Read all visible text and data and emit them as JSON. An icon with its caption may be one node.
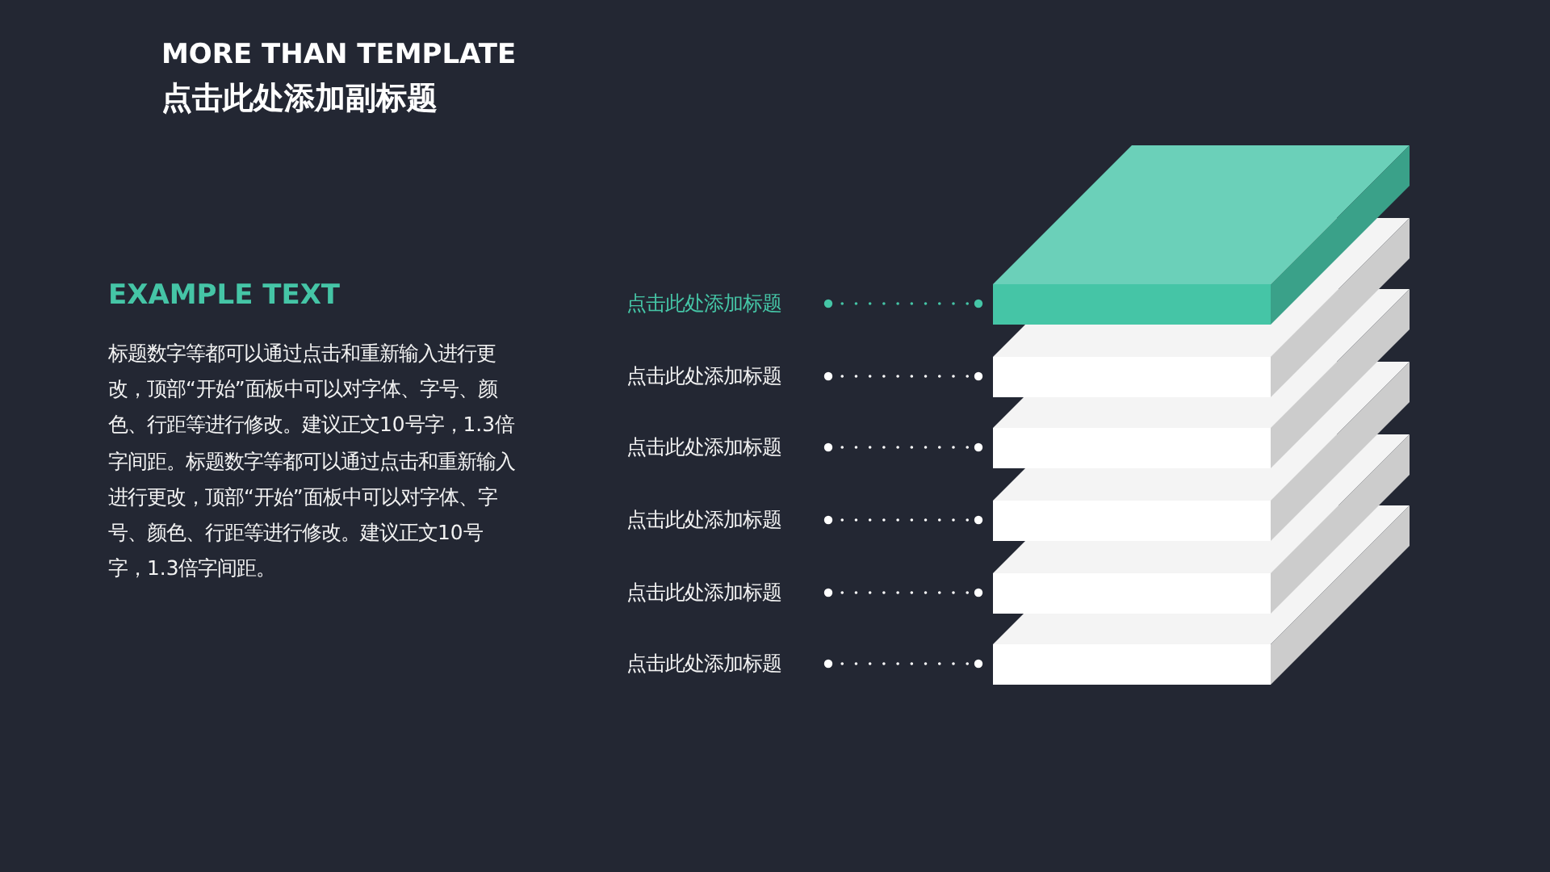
{
  "diagram": {
    "title": "MORE THAN TEMPLATE",
    "nodes": [
      {
        "text": [
          "点击此处添加标题"
        ]
      },
      {
        "text": [
          "点击此处添加标题"
        ]
      },
      {
        "text": [
          "点击此处添加标题"
        ]
      },
      {
        "text": [
          "点击此处添加标题"
        ]
      },
      {
        "text": [
          "点击此处添加标题"
        ]
      },
      {
        "text": [
          "点击此处添加标题"
        ]
      },
      {
        "text": [],
        "shape": "box"
      },
      {
        "text": [],
        "shape": "box"
      },
      {
        "text": [],
        "shape": "box"
      },
      {
        "text": [],
        "shape": "box"
      },
      {
        "text": [],
        "shape": "box"
      },
      {
        "text": [],
        "shape": "box"
      }
    ],
    "edges": [
      {
        "from": 0,
        "to": 6,
        "arrow": "other",
        "color": "#45c5a6"
      },
      {
        "from": 1,
        "to": 7,
        "arrow": "other"
      },
      {
        "from": 2,
        "to": 8,
        "arrow": "other"
      },
      {
        "from": 3,
        "to": 9,
        "arrow": "other"
      },
      {
        "from": 4,
        "to": 10,
        "arrow": "other"
      },
      {
        "from": 5,
        "to": 11,
        "arrow": "other"
      }
    ],
    "labels": [
      "点击此处添加副标题",
      "EXAMPLE TEXT",
      "标题数字等都可以通过点击和重新输入进行更改，顶部“开始”面板中可以对字体、字号、颜色、行距等进行修改。建议正文10号字，1.3倍字间距。标题数字等都可以通过点击和重新输入进行更改，顶部“开始”面板中可以对字体、字号、颜色、行距等进行修改。建议正文10号字，1.3倍字间距。"
    ]
  }
}
